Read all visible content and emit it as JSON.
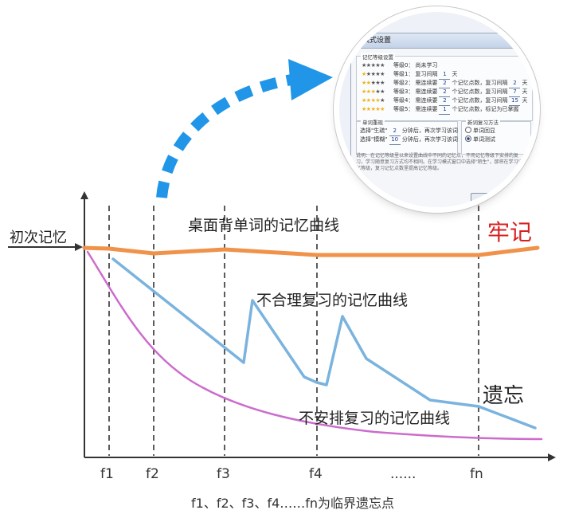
{
  "labels": {
    "initial_memory": "初次记忆",
    "desktop_curve": "桌面背单词的记忆曲线",
    "unreasonable_curve": "不合理复习的记忆曲线",
    "unarranged_curve": "不安排复习的记忆曲线",
    "remember": "牢记",
    "forget": "遗忘"
  },
  "ticks": [
    "f1",
    "f2",
    "f3",
    "f4",
    "......",
    "fn"
  ],
  "caption": "f1、f2、f3、f4……fn为临界遗忘点",
  "colors": {
    "desktop_curve": "#f0924a",
    "unreasonable_curve": "#7ab3de",
    "unarranged_curve": "#cc6ccc",
    "remember": "#d82020",
    "arrow": "#2196e8"
  },
  "dialog": {
    "title": "模式设置",
    "level_group_title": "记忆等级设置",
    "levels": [
      {
        "stars_on": 0,
        "text": "等级0：",
        "rest": "尚未学习",
        "fields": []
      },
      {
        "stars_on": 1,
        "text": "等级1：",
        "rest": "复习间隔",
        "fields": [
          "1"
        ],
        "suffix": "天"
      },
      {
        "stars_on": 2,
        "text": "等级2：",
        "rest": "需连续要",
        "fields": [
          "2",
          "2"
        ],
        "mid": "个记忆点数，复习间隔",
        "suffix": "天"
      },
      {
        "stars_on": 3,
        "text": "等级3：",
        "rest": "需连续要",
        "fields": [
          "2",
          "7"
        ],
        "mid": "个记忆点数，复习间隔",
        "suffix": "天"
      },
      {
        "stars_on": 4,
        "text": "等级4：",
        "rest": "需连续要",
        "fields": [
          "2",
          "15"
        ],
        "mid": "个记忆点数，复习间隔",
        "suffix": "天"
      },
      {
        "stars_on": 5,
        "text": "等级5：",
        "rest": "需连续要",
        "fields": [
          "1"
        ],
        "mid": "个记忆点数，标记为已掌握",
        "suffix": ""
      }
    ],
    "reappear_group_title": "单词重现",
    "reappear_rows": [
      {
        "text": "选择\"生疏\"",
        "field": "2",
        "rest": "分钟后，再次学习该词"
      },
      {
        "text": "选择\"模糊\"",
        "field": "10",
        "rest": "分钟后，再次学习该词"
      }
    ],
    "review_group_title": "新词复习方法",
    "review_options": [
      {
        "label": "单词回显",
        "selected": false
      },
      {
        "label": "单词测试",
        "selected": true
      }
    ],
    "note": "说明：在记忆等级里以来设置曲线中不同的记忆点，不用记忆等级下安排的复习，学习随意复习方式均不相同。在学习模式窗口中选择\"陌生\"，那将在学习记忆等级，复习记忆点数里提高记忆等级。"
  }
}
